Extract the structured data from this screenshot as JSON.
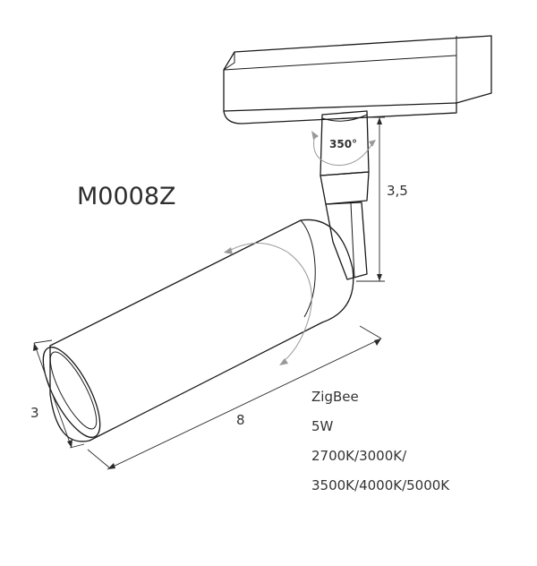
{
  "model": "M0008Z",
  "rotation_label": "350°",
  "dimensions": {
    "height": "3,5",
    "length": "8",
    "diameter": "3"
  },
  "specs": [
    "ZigBee",
    "5W",
    "2700K/3000K/",
    "3500K/4000K/5000K"
  ]
}
